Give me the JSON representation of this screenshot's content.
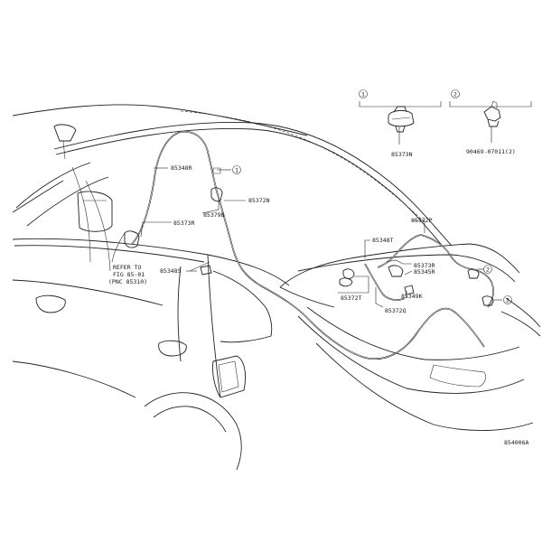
{
  "diagram": {
    "figure_code": "854006A",
    "insets": [
      {
        "marker": "1",
        "part": "85373N"
      },
      {
        "marker": "2",
        "part": "90469-07011(2)"
      }
    ],
    "callouts": {
      "p85348R": "85348R",
      "p85372N": "85372N",
      "p85379B": "85379B",
      "p85373R_left": "85373R",
      "p85348S": "85348S",
      "p85372P": "85372P",
      "p85348T": "85348T",
      "p85373R_right": "85373R",
      "p85345R": "85345R",
      "p85372T": "85372T",
      "p85349K": "85349K",
      "p85372Q": "85372Q",
      "m1": "1",
      "m2a": "2",
      "m2b": "2"
    },
    "refer": {
      "line1": "REFER TO",
      "line2": "FIG 85-01",
      "line3": "(PNC 85310)"
    }
  }
}
